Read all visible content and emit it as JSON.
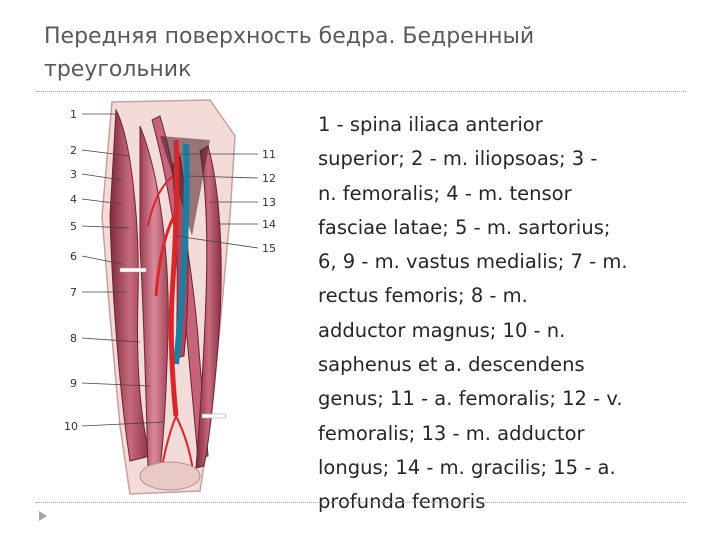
{
  "slide": {
    "title": "Передняя поверхность бедра. Бедренный\nтреугольник",
    "caption": "1 - spina iliaca anterior\nsuperior; 2 - m. iliopsoas; 3 -\nn. femoralis; 4 - m. tensor\nfasciae latae; 5 - m. sartorius;\n6, 9 - m. vastus medialis; 7 - m.\nrectus femoris; 8 - m.\nadductor magnus; 10 - n.\nsaphenus et a. descendens\ngenus; 11 - a. femoralis; 12 - v.\nfemoralis; 13 - m. adductor\nlongus; 14 - m. gracilis; 15 - a.\nprofunda femoris"
  },
  "figure": {
    "left_labels": [
      "1",
      "2",
      "3",
      "4",
      "5",
      "6",
      "7",
      "8",
      "9",
      "10"
    ],
    "right_labels": [
      "11",
      "12",
      "13",
      "14",
      "15"
    ]
  },
  "colors": {
    "title": "#595959",
    "text": "#262626",
    "muscle": "#b5566a",
    "artery": "#d8262a",
    "vein": "#1a7fa0"
  }
}
